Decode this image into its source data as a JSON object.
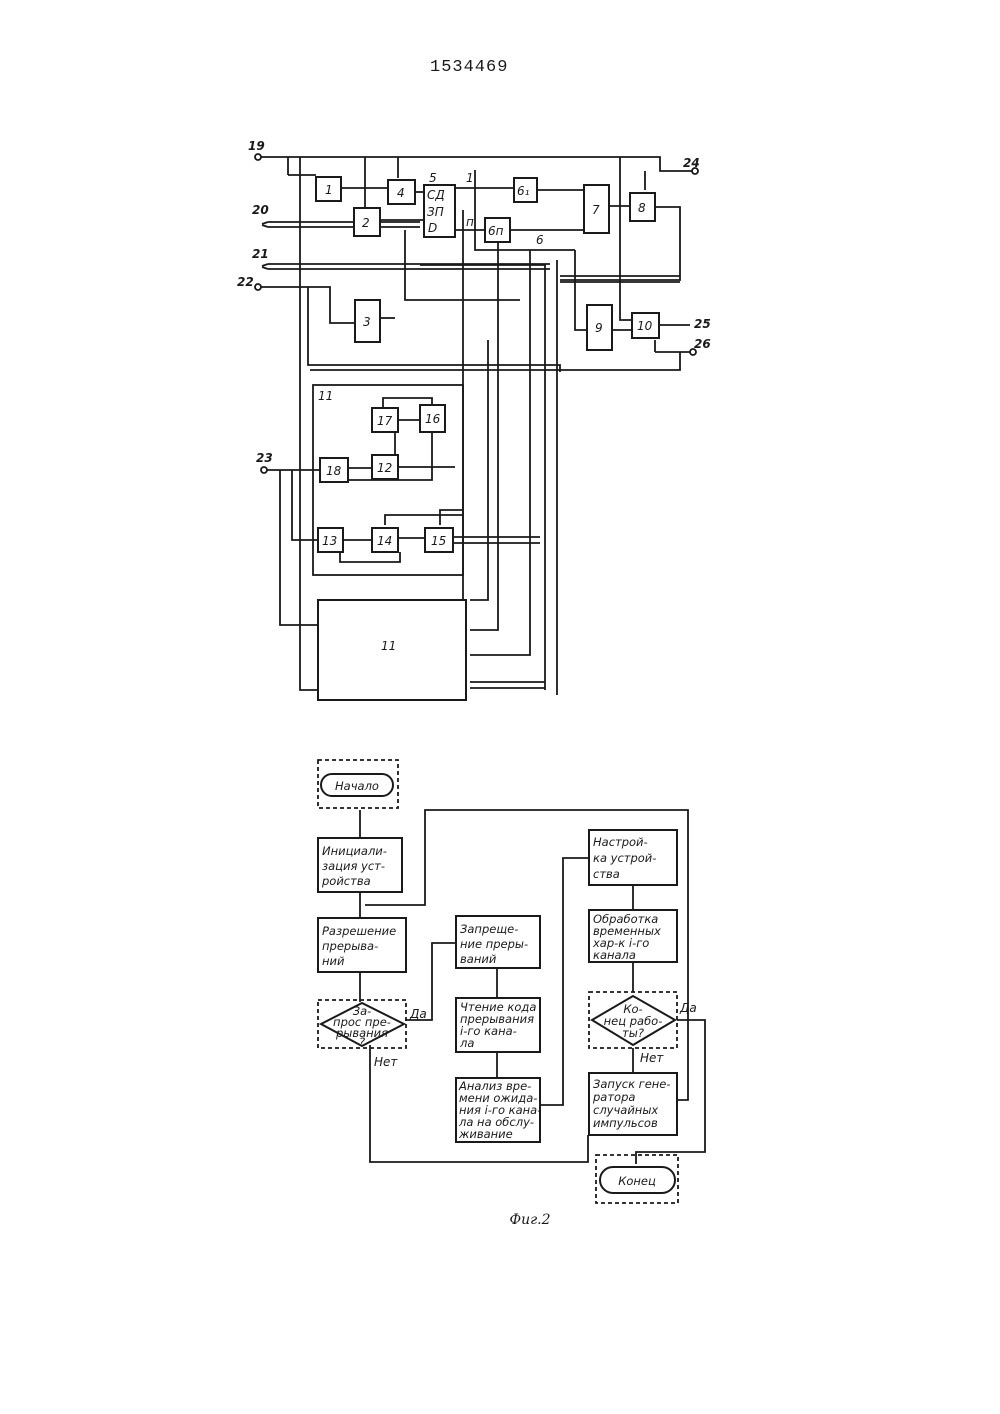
{
  "patent_number": "1534469",
  "fig1": {
    "terminals": [
      "19",
      "20",
      "21",
      "22",
      "23",
      "24",
      "25",
      "26"
    ],
    "blocks": {
      "b1": "1",
      "b2": "2",
      "b3": "3",
      "b4": "4",
      "b5": "5",
      "b5_r1": "СД",
      "b5_r2": "ЗП",
      "b5_r3": "D",
      "b6_1": "6₁",
      "b6_n": "6п",
      "b6_group": "6",
      "b7": "7",
      "b8": "8",
      "b9": "9",
      "b10": "10",
      "b11": "11",
      "b11_outer": "11",
      "b12": "12",
      "b13": "13",
      "b14": "14",
      "b15": "15",
      "b16": "16",
      "b17": "17",
      "b18": "18",
      "bus_1": "1",
      "bus_n": "п"
    }
  },
  "fig2": {
    "caption": "Фиг.2",
    "start": "Начало",
    "init": [
      "Инициали-",
      "зация уст-",
      "ройства"
    ],
    "enable": [
      "Разрешение",
      "прерыва-",
      "ний"
    ],
    "decision_request": [
      "За-",
      "прос пре-",
      "рывания",
      "?"
    ],
    "yes_1": "Да",
    "no_1": "Нет",
    "disable": [
      "Запреще-",
      "ние преры-",
      "ваний"
    ],
    "read_code": [
      "Чтение кода",
      "прерывания",
      "i-го кана-",
      "ла"
    ],
    "analysis": [
      "Анализ вре-",
      "мени ожида-",
      "ния i-го кана-",
      "ла на обслу-",
      "живание"
    ],
    "setup": [
      "Настрой-",
      "ка устрой-",
      "ства"
    ],
    "process": [
      "Обработка",
      "временных",
      "хар-к i-го",
      "канала"
    ],
    "decision_end": [
      "Ко-",
      "нец рабо-",
      "ты?"
    ],
    "yes_2": "Да",
    "no_2": "Нет",
    "launch": [
      "Запуск гене-",
      "ратора",
      "случайных",
      "импульсов"
    ],
    "end": "Конец"
  }
}
